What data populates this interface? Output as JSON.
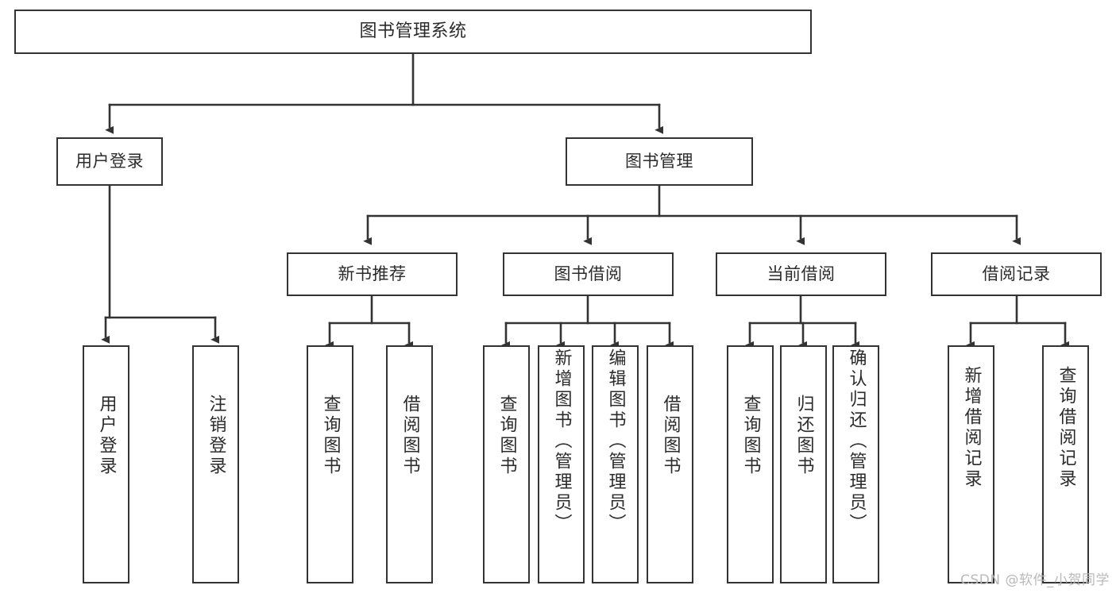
{
  "diagram": {
    "title": "图书管理系统",
    "type": "tree",
    "orientation": "top-down",
    "colors": {
      "node_border": "#333333",
      "node_fill": "#ffffff",
      "connector": "#333333",
      "text": "#2b2b2b",
      "background": "#ffffff",
      "watermark": "#b9b9b9"
    },
    "root": {
      "id": "root",
      "label": "图书管理系统"
    },
    "level2": [
      {
        "id": "user-login",
        "label": "用户登录"
      },
      {
        "id": "book-manage",
        "label": "图书管理"
      }
    ],
    "level3": [
      {
        "id": "new-book-rec",
        "label": "新书推荐",
        "parent": "book-manage"
      },
      {
        "id": "book-borrow",
        "label": "图书借阅",
        "parent": "book-manage"
      },
      {
        "id": "current-borrow",
        "label": "当前借阅",
        "parent": "book-manage"
      },
      {
        "id": "borrow-record",
        "label": "借阅记录",
        "parent": "book-manage"
      }
    ],
    "leaves": [
      {
        "id": "leaf-user-login",
        "label": "用户登录",
        "parent": "user-login"
      },
      {
        "id": "leaf-user-logout",
        "label": "注销登录",
        "parent": "user-login"
      },
      {
        "id": "leaf-rec-query",
        "label": "查询图书",
        "parent": "new-book-rec"
      },
      {
        "id": "leaf-rec-borrow",
        "label": "借阅图书",
        "parent": "new-book-rec"
      },
      {
        "id": "leaf-borrow-query",
        "label": "查询图书",
        "parent": "book-borrow"
      },
      {
        "id": "leaf-borrow-add",
        "label": "新增图书（管理员）",
        "parent": "book-borrow"
      },
      {
        "id": "leaf-borrow-edit",
        "label": "编辑图书（管理员）",
        "parent": "book-borrow"
      },
      {
        "id": "leaf-borrow-lend",
        "label": "借阅图书",
        "parent": "book-borrow"
      },
      {
        "id": "leaf-cur-query",
        "label": "查询图书",
        "parent": "current-borrow"
      },
      {
        "id": "leaf-cur-return",
        "label": "归还图书",
        "parent": "current-borrow"
      },
      {
        "id": "leaf-cur-confirm",
        "label": "确认归还（管理员）",
        "parent": "current-borrow"
      },
      {
        "id": "leaf-rec-add",
        "label": "新增借阅记录",
        "parent": "borrow-record"
      },
      {
        "id": "leaf-rec-query2",
        "label": "查询借阅记录",
        "parent": "borrow-record"
      }
    ]
  },
  "watermark": {
    "text": "CSDN @软件_小贺同学"
  }
}
